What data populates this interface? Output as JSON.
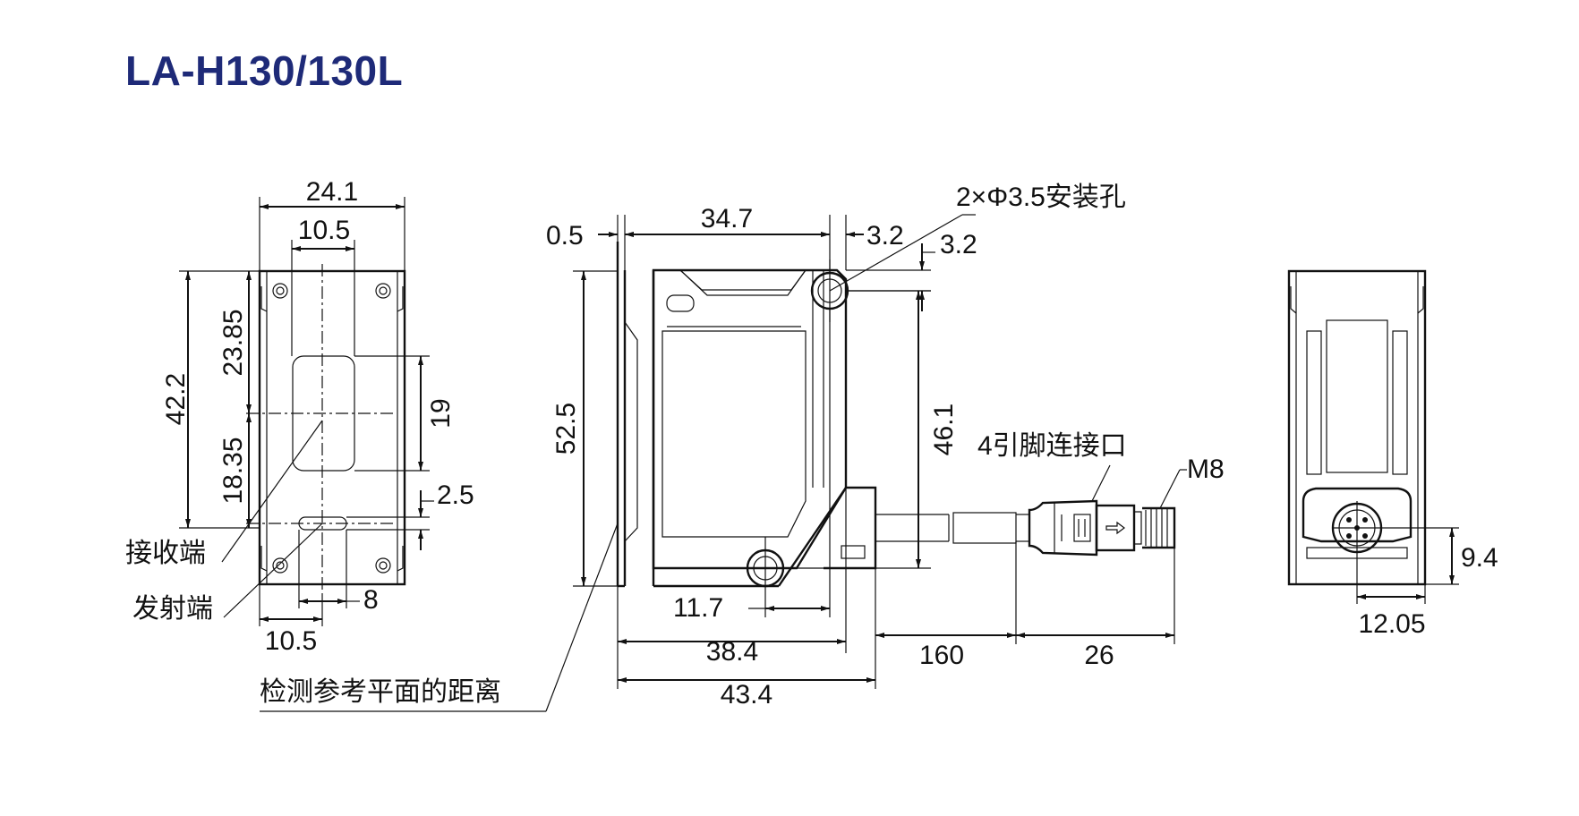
{
  "title": "LA-H130/130L",
  "front_view": {
    "width_total": "24.1",
    "width_inner": "10.5",
    "height_total": "42.2",
    "upper_to_center": "23.85",
    "lower_to_center": "18.35",
    "window_height": "19",
    "emitter_offset": "2.5",
    "emitter_width": "8",
    "emitter_left": "10.5",
    "receiver_label": "接收端",
    "emitter_label": "发射端"
  },
  "side_view": {
    "front_offset": "0.5",
    "length_top": "34.7",
    "hole_x": "3.2",
    "hole_y": "3.2",
    "hole_label": "2×Φ3.5安装孔",
    "height": "52.5",
    "hole_spacing": "46.1",
    "hole_bottom_x": "11.7",
    "length_bottom": "38.4",
    "length_total": "43.4",
    "reference_label": "检测参考平面的距离"
  },
  "cable": {
    "cable_length": "160",
    "connector_length": "26",
    "connector_label": "4引脚连接口",
    "thread_label": "M8"
  },
  "rear_view": {
    "connector_height": "9.4",
    "connector_width": "12.05"
  }
}
